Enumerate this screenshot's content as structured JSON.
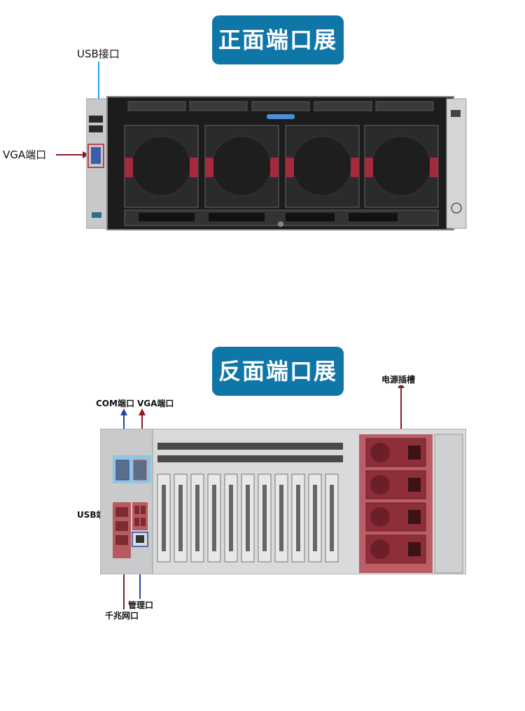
{
  "front": {
    "title": "正面端口展示",
    "usb_label": "USB接口",
    "vga_label": "VGA端口"
  },
  "rear": {
    "title": "反面端口展示",
    "power_label": "电源插槽",
    "com_label": "COM端口",
    "vga_label": "VGA端口",
    "usb_label": "USB端口",
    "mgmt_label": "管理口",
    "gigabit_label": "千兆网口"
  },
  "colors": {
    "badge": "#0f76a8",
    "arrow_cyan": "#1ea7d8",
    "arrow_red": "#8e1a26",
    "arrow_blue": "#2345a6",
    "highlight_red": "#b5474f",
    "highlight_blue": "#7fc0e6"
  }
}
